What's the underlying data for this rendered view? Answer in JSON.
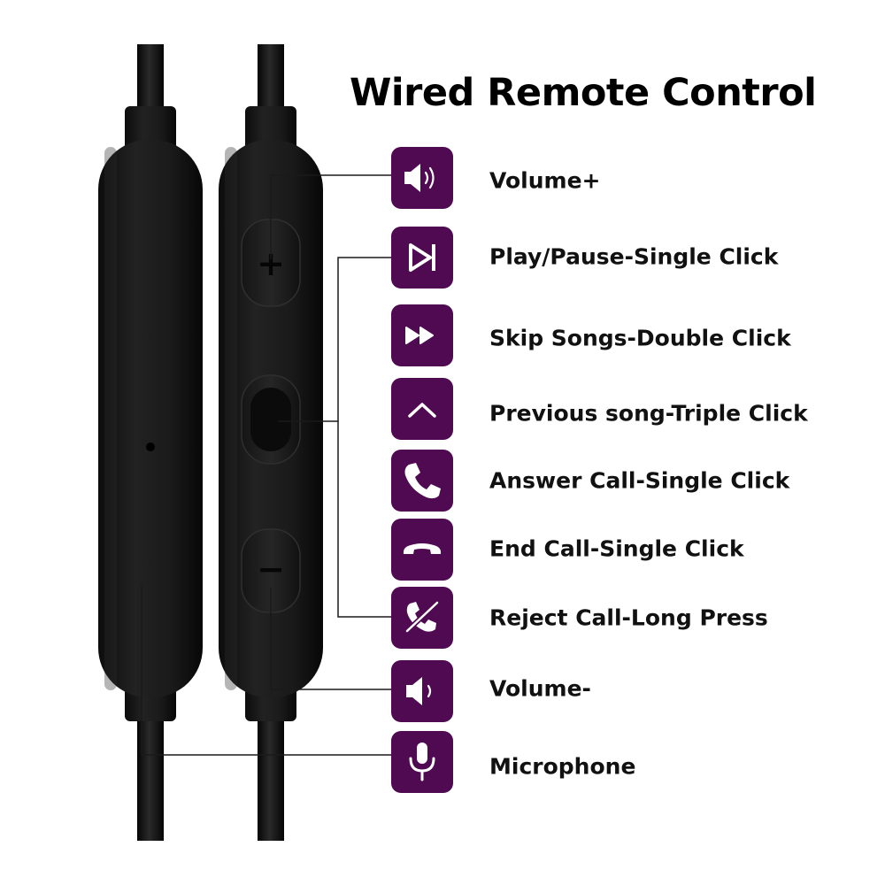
{
  "title": "Wired Remote Control",
  "theme": {
    "tile_color": "#4f0a52",
    "icon_color": "#ffffff",
    "device_color": "#121212",
    "line_color": "#1a1a1a"
  },
  "controls": [
    {
      "icon": "volume-up-icon",
      "label": "Volume+"
    },
    {
      "icon": "play-pause-icon",
      "label": "Play/Pause-Single Click"
    },
    {
      "icon": "fast-forward-icon",
      "label": "Skip Songs-Double Click"
    },
    {
      "icon": "chevron-up-icon",
      "label": "Previous song-Triple Click"
    },
    {
      "icon": "phone-answer-icon",
      "label": "Answer Call-Single Click"
    },
    {
      "icon": "phone-hangup-icon",
      "label": "End Call-Single Click"
    },
    {
      "icon": "phone-reject-icon",
      "label": "Reject Call-Long Press"
    },
    {
      "icon": "volume-down-icon",
      "label": "Volume-"
    },
    {
      "icon": "microphone-icon",
      "label": "Microphone"
    }
  ],
  "remote_buttons": {
    "plus": "+",
    "minus": "−"
  }
}
